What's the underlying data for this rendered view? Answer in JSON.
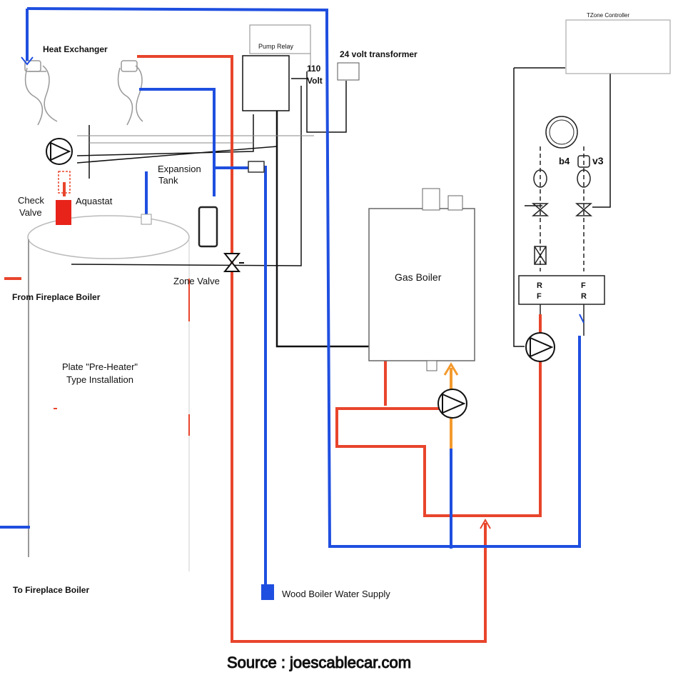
{
  "labels": {
    "heat_exchanger": "Heat Exchanger",
    "pump_relay": "Pump Relay",
    "transformer": "24 volt transformer",
    "volt_110_a": "110",
    "volt_110_b": "Volt",
    "tzone": "TZone Controller",
    "expansion_a": "Expansion",
    "expansion_b": "Tank",
    "check_a": "Check",
    "check_b": "Valve",
    "aquastat": "Aquastat",
    "zone_valve": "Zone Valve",
    "from_fireplace": "From Fireplace Boiler",
    "preheater_a": "Plate \"Pre-Heater\"",
    "preheater_b": "Type Installation",
    "gas_boiler": "Gas Boiler",
    "to_fireplace": "To Fireplace Boiler",
    "wood_supply": "Wood Boiler Water Supply",
    "source": "Source : joescablecar.com",
    "v4": "b4",
    "v3": "v3",
    "manifold_r1": "R",
    "manifold_f1": "F",
    "manifold_f2": "F",
    "manifold_r2": "R"
  },
  "colors": {
    "hot_pipe": "#e8452c",
    "cold_pipe": "#1f4fe0",
    "warm_pipe": "#f39a2e",
    "wire": "#111111",
    "check_valve": "#e8231a"
  }
}
